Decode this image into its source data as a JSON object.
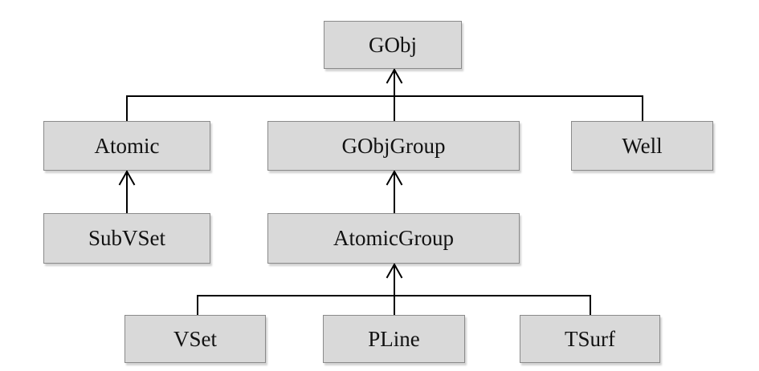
{
  "diagram": {
    "nodes": {
      "gobj": "GObj",
      "atomic": "Atomic",
      "gobjgroup": "GObjGroup",
      "well": "Well",
      "subvset": "SubVSet",
      "atomicgroup": "AtomicGroup",
      "vset": "VSet",
      "pline": "PLine",
      "tsurf": "TSurf"
    },
    "edges": [
      {
        "from": "Atomic",
        "to": "GObj"
      },
      {
        "from": "GObjGroup",
        "to": "GObj"
      },
      {
        "from": "Well",
        "to": "GObj"
      },
      {
        "from": "SubVSet",
        "to": "Atomic"
      },
      {
        "from": "AtomicGroup",
        "to": "GObjGroup"
      },
      {
        "from": "VSet",
        "to": "AtomicGroup"
      },
      {
        "from": "PLine",
        "to": "AtomicGroup"
      },
      {
        "from": "TSurf",
        "to": "AtomicGroup"
      }
    ],
    "colors": {
      "node_fill": "#d9d9d9",
      "node_border": "#8a8a8a",
      "line": "#000000",
      "background": "#ffffff"
    }
  }
}
